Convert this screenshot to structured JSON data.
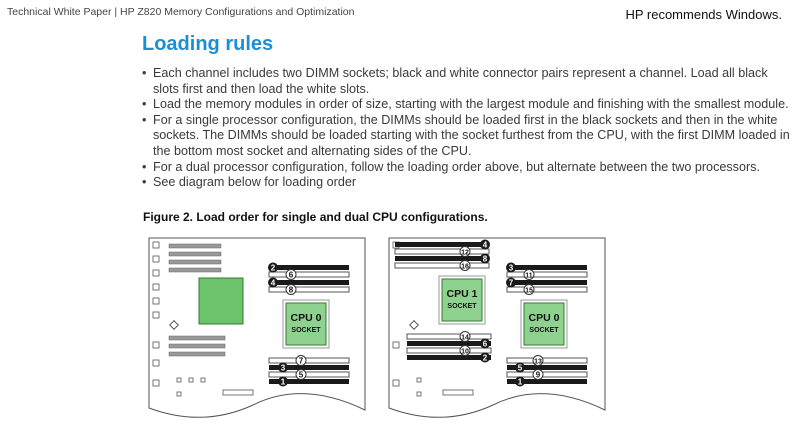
{
  "header": {
    "doc_type": "Technical White Paper",
    "separator": "|",
    "doc_title": "HP Z820 Memory Configurations and Optimization",
    "recommendation": "HP recommends Windows."
  },
  "section": {
    "title": "Loading rules",
    "bullets": [
      "Each channel includes two DIMM sockets; black and white connector pairs represent a channel. Load all black slots first and then load the white slots.",
      "Load the memory modules in order of size, starting with the largest module and finishing with the smallest module.",
      "For a single processor configuration, the DIMMs should be loaded first in the black sockets and then in the white sockets. The DIMMs should be loaded starting with the socket furthest from the CPU, with the first DIMM loaded in the bottom most socket and alternating sides of the CPU.",
      "For a dual processor configuration, follow the loading order above, but alternate between the two processors.",
      "See diagram below for loading order"
    ]
  },
  "figure": {
    "caption": "Figure 2. Load order for single and dual CPU configurations.",
    "colors": {
      "black_slot": "#1a1a1a",
      "white_slot": "#ffffff",
      "socket": "#8fd18f",
      "board_line": "#555555"
    },
    "single": {
      "cpu0_line1": "CPU 0",
      "cpu0_line2": "SOCKET",
      "top_labels": [
        "2",
        "6",
        "4",
        "8"
      ],
      "bottom_labels": [
        "7",
        "3",
        "5",
        "1"
      ]
    },
    "dual": {
      "cpu1_line1": "CPU 1",
      "cpu1_line2": "SOCKET",
      "cpu0_line1": "CPU 0",
      "cpu0_line2": "SOCKET",
      "cpu1_top_labels": [
        "4",
        "12",
        "8",
        "16"
      ],
      "cpu1_bottom_labels": [
        "14",
        "6",
        "10",
        "2"
      ],
      "cpu0_top_labels": [
        "3",
        "11",
        "7",
        "15"
      ],
      "cpu0_bottom_labels": [
        "13",
        "5",
        "9",
        "1"
      ]
    }
  }
}
